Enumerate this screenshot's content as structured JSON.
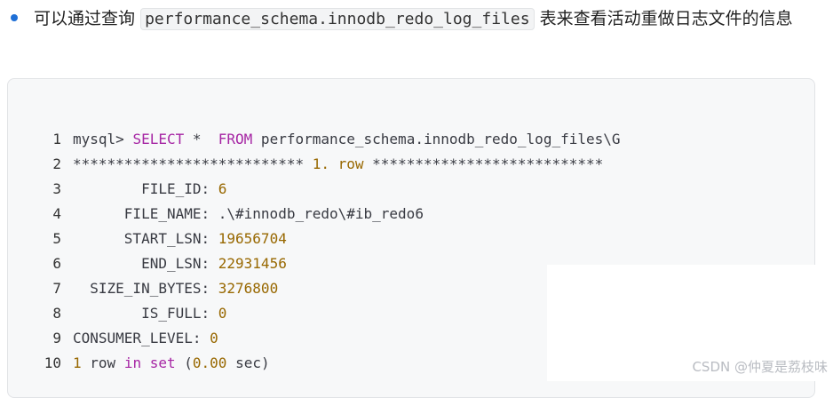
{
  "intro": {
    "prefix": "可以通过查询",
    "code": "performance_schema.innodb_redo_log_files",
    "suffix": "表来查看活动重做日志文件的信息"
  },
  "code_lines": [
    {
      "n": "1",
      "parts": [
        {
          "t": "mysql> ",
          "c": "plain"
        },
        {
          "t": "SELECT",
          "c": "kw"
        },
        {
          "t": " *  ",
          "c": "plain"
        },
        {
          "t": "FROM",
          "c": "kw"
        },
        {
          "t": " performance_schema.innodb_redo_log_files\\G",
          "c": "plain"
        }
      ]
    },
    {
      "n": "2",
      "parts": [
        {
          "t": "*************************** ",
          "c": "plain"
        },
        {
          "t": "1.",
          "c": "num"
        },
        {
          "t": " ",
          "c": "plain"
        },
        {
          "t": "row",
          "c": "num"
        },
        {
          "t": " ***************************",
          "c": "plain"
        }
      ]
    },
    {
      "n": "3",
      "parts": [
        {
          "t": "        FILE_ID: ",
          "c": "plain"
        },
        {
          "t": "6",
          "c": "num"
        }
      ]
    },
    {
      "n": "4",
      "parts": [
        {
          "t": "      FILE_NAME: .\\#innodb_redo\\#ib_redo6",
          "c": "plain"
        }
      ]
    },
    {
      "n": "5",
      "parts": [
        {
          "t": "      START_LSN: ",
          "c": "plain"
        },
        {
          "t": "19656704",
          "c": "num"
        }
      ]
    },
    {
      "n": "6",
      "parts": [
        {
          "t": "        END_LSN: ",
          "c": "plain"
        },
        {
          "t": "22931456",
          "c": "num"
        }
      ]
    },
    {
      "n": "7",
      "parts": [
        {
          "t": "  SIZE_IN_BYTES: ",
          "c": "plain"
        },
        {
          "t": "3276800",
          "c": "num"
        }
      ]
    },
    {
      "n": "8",
      "parts": [
        {
          "t": "        IS_FULL: ",
          "c": "plain"
        },
        {
          "t": "0",
          "c": "num"
        }
      ]
    },
    {
      "n": "9",
      "parts": [
        {
          "t": "CONSUMER_LEVEL: ",
          "c": "plain"
        },
        {
          "t": "0",
          "c": "num"
        }
      ]
    },
    {
      "n": "10",
      "parts": [
        {
          "t": "1",
          "c": "num"
        },
        {
          "t": " ",
          "c": "plain"
        },
        {
          "t": "row",
          "c": "plain"
        },
        {
          "t": " ",
          "c": "plain"
        },
        {
          "t": "in",
          "c": "kw"
        },
        {
          "t": " ",
          "c": "plain"
        },
        {
          "t": "set",
          "c": "kw"
        },
        {
          "t": " (",
          "c": "plain"
        },
        {
          "t": "0.00",
          "c": "num"
        },
        {
          "t": " sec)",
          "c": "plain"
        }
      ]
    }
  ],
  "watermark": "CSDN @仲夏是荔枝味",
  "colors": {
    "bullet": "#1f6fd6",
    "keyword": "#a626a4",
    "number": "#986801",
    "code_bg": "#f7f8f9"
  }
}
